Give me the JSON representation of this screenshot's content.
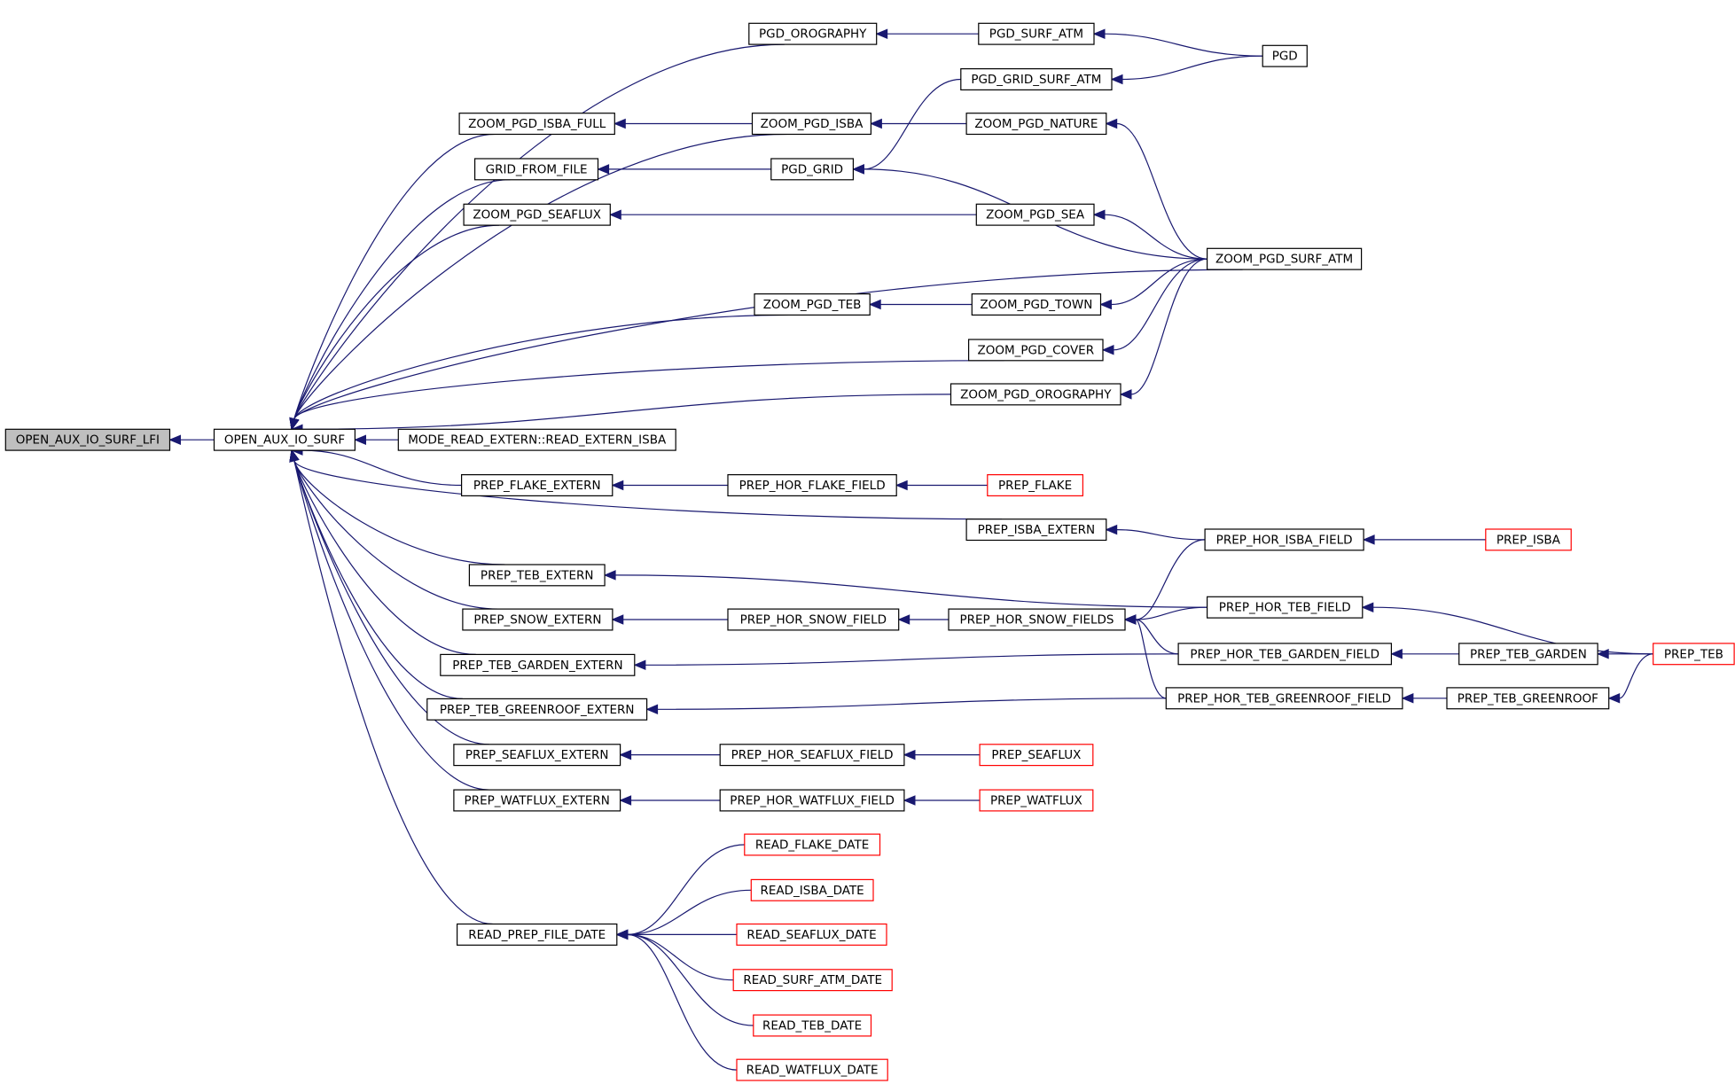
{
  "colors": {
    "edge": "#191970",
    "normal_border": "#000000",
    "truncated_border": "#ff0000",
    "root_fill": "#bfbfbf"
  },
  "nodes": [
    {
      "id": "open_aux_io_surf_lfi",
      "label": "OPEN_AUX_IO_SURF_LFI",
      "style": "root"
    },
    {
      "id": "open_aux_io_surf",
      "label": "OPEN_AUX_IO_SURF",
      "style": "normal"
    },
    {
      "id": "pgd_orography",
      "label": "PGD_OROGRAPHY",
      "style": "normal"
    },
    {
      "id": "pgd_surf_atm",
      "label": "PGD_SURF_ATM",
      "style": "normal"
    },
    {
      "id": "pgd",
      "label": "PGD",
      "style": "normal"
    },
    {
      "id": "pgd_grid_surf_atm",
      "label": "PGD_GRID_SURF_ATM",
      "style": "normal"
    },
    {
      "id": "zoom_pgd_isba_full",
      "label": "ZOOM_PGD_ISBA_FULL",
      "style": "normal"
    },
    {
      "id": "zoom_pgd_isba",
      "label": "ZOOM_PGD_ISBA",
      "style": "normal"
    },
    {
      "id": "zoom_pgd_nature",
      "label": "ZOOM_PGD_NATURE",
      "style": "normal"
    },
    {
      "id": "grid_from_file",
      "label": "GRID_FROM_FILE",
      "style": "normal"
    },
    {
      "id": "pgd_grid",
      "label": "PGD_GRID",
      "style": "normal"
    },
    {
      "id": "zoom_pgd_seaflux",
      "label": "ZOOM_PGD_SEAFLUX",
      "style": "normal"
    },
    {
      "id": "zoom_pgd_sea",
      "label": "ZOOM_PGD_SEA",
      "style": "normal"
    },
    {
      "id": "zoom_pgd_surf_atm",
      "label": "ZOOM_PGD_SURF_ATM",
      "style": "normal"
    },
    {
      "id": "zoom_pgd_teb",
      "label": "ZOOM_PGD_TEB",
      "style": "normal"
    },
    {
      "id": "zoom_pgd_town",
      "label": "ZOOM_PGD_TOWN",
      "style": "normal"
    },
    {
      "id": "zoom_pgd_cover",
      "label": "ZOOM_PGD_COVER",
      "style": "normal"
    },
    {
      "id": "zoom_pgd_orography",
      "label": "ZOOM_PGD_OROGRAPHY",
      "style": "normal"
    },
    {
      "id": "mode_read_extern",
      "label": "MODE_READ_EXTERN::READ_EXTERN_ISBA",
      "style": "normal"
    },
    {
      "id": "prep_flake_extern",
      "label": "PREP_FLAKE_EXTERN",
      "style": "normal"
    },
    {
      "id": "prep_hor_flake_field",
      "label": "PREP_HOR_FLAKE_FIELD",
      "style": "normal"
    },
    {
      "id": "prep_flake",
      "label": "PREP_FLAKE",
      "style": "red"
    },
    {
      "id": "prep_isba_extern",
      "label": "PREP_ISBA_EXTERN",
      "style": "normal"
    },
    {
      "id": "prep_hor_isba_field",
      "label": "PREP_HOR_ISBA_FIELD",
      "style": "normal"
    },
    {
      "id": "prep_isba",
      "label": "PREP_ISBA",
      "style": "red"
    },
    {
      "id": "prep_teb_extern",
      "label": "PREP_TEB_EXTERN",
      "style": "normal"
    },
    {
      "id": "prep_hor_teb_field",
      "label": "PREP_HOR_TEB_FIELD",
      "style": "normal"
    },
    {
      "id": "prep_teb",
      "label": "PREP_TEB",
      "style": "red"
    },
    {
      "id": "prep_snow_extern",
      "label": "PREP_SNOW_EXTERN",
      "style": "normal"
    },
    {
      "id": "prep_hor_snow_field",
      "label": "PREP_HOR_SNOW_FIELD",
      "style": "normal"
    },
    {
      "id": "prep_hor_snow_fields",
      "label": "PREP_HOR_SNOW_FIELDS",
      "style": "normal"
    },
    {
      "id": "prep_teb_garden_extern",
      "label": "PREP_TEB_GARDEN_EXTERN",
      "style": "normal"
    },
    {
      "id": "prep_hor_teb_garden_field",
      "label": "PREP_HOR_TEB_GARDEN_FIELD",
      "style": "normal"
    },
    {
      "id": "prep_teb_garden",
      "label": "PREP_TEB_GARDEN",
      "style": "normal"
    },
    {
      "id": "prep_teb_greenroof_extern",
      "label": "PREP_TEB_GREENROOF_EXTERN",
      "style": "normal"
    },
    {
      "id": "prep_hor_teb_greenroof_field",
      "label": "PREP_HOR_TEB_GREENROOF_FIELD",
      "style": "normal"
    },
    {
      "id": "prep_teb_greenroof",
      "label": "PREP_TEB_GREENROOF",
      "style": "normal"
    },
    {
      "id": "prep_seaflux_extern",
      "label": "PREP_SEAFLUX_EXTERN",
      "style": "normal"
    },
    {
      "id": "prep_hor_seaflux_field",
      "label": "PREP_HOR_SEAFLUX_FIELD",
      "style": "normal"
    },
    {
      "id": "prep_seaflux",
      "label": "PREP_SEAFLUX",
      "style": "red"
    },
    {
      "id": "prep_watflux_extern",
      "label": "PREP_WATFLUX_EXTERN",
      "style": "normal"
    },
    {
      "id": "prep_hor_watflux_field",
      "label": "PREP_HOR_WATFLUX_FIELD",
      "style": "normal"
    },
    {
      "id": "prep_watflux",
      "label": "PREP_WATFLUX",
      "style": "red"
    },
    {
      "id": "read_flake_date",
      "label": "READ_FLAKE_DATE",
      "style": "red"
    },
    {
      "id": "read_isba_date",
      "label": "READ_ISBA_DATE",
      "style": "red"
    },
    {
      "id": "read_prep_file_date",
      "label": "READ_PREP_FILE_DATE",
      "style": "normal"
    },
    {
      "id": "read_seaflux_date",
      "label": "READ_SEAFLUX_DATE",
      "style": "red"
    },
    {
      "id": "read_surf_atm_date",
      "label": "READ_SURF_ATM_DATE",
      "style": "red"
    },
    {
      "id": "read_teb_date",
      "label": "READ_TEB_DATE",
      "style": "red"
    },
    {
      "id": "read_watflux_date",
      "label": "READ_WATFLUX_DATE",
      "style": "red"
    }
  ],
  "edges": [
    {
      "from": "open_aux_io_surf",
      "to": "open_aux_io_surf_lfi"
    },
    {
      "from": "pgd_orography",
      "to": "open_aux_io_surf"
    },
    {
      "from": "zoom_pgd_isba",
      "to": "open_aux_io_surf"
    },
    {
      "from": "zoom_pgd_isba_full",
      "to": "open_aux_io_surf"
    },
    {
      "from": "grid_from_file",
      "to": "open_aux_io_surf"
    },
    {
      "from": "zoom_pgd_seaflux",
      "to": "open_aux_io_surf"
    },
    {
      "from": "zoom_pgd_surf_atm",
      "to": "open_aux_io_surf"
    },
    {
      "from": "zoom_pgd_teb",
      "to": "open_aux_io_surf"
    },
    {
      "from": "zoom_pgd_cover",
      "to": "open_aux_io_surf"
    },
    {
      "from": "zoom_pgd_orography",
      "to": "open_aux_io_surf"
    },
    {
      "from": "mode_read_extern",
      "to": "open_aux_io_surf"
    },
    {
      "from": "prep_flake_extern",
      "to": "open_aux_io_surf"
    },
    {
      "from": "prep_isba_extern",
      "to": "open_aux_io_surf"
    },
    {
      "from": "prep_teb_extern",
      "to": "open_aux_io_surf"
    },
    {
      "from": "prep_snow_extern",
      "to": "open_aux_io_surf"
    },
    {
      "from": "prep_teb_garden_extern",
      "to": "open_aux_io_surf"
    },
    {
      "from": "prep_teb_greenroof_extern",
      "to": "open_aux_io_surf"
    },
    {
      "from": "prep_seaflux_extern",
      "to": "open_aux_io_surf"
    },
    {
      "from": "prep_watflux_extern",
      "to": "open_aux_io_surf"
    },
    {
      "from": "read_prep_file_date",
      "to": "open_aux_io_surf"
    },
    {
      "from": "pgd_surf_atm",
      "to": "pgd_orography"
    },
    {
      "from": "pgd",
      "to": "pgd_surf_atm"
    },
    {
      "from": "pgd",
      "to": "pgd_grid_surf_atm"
    },
    {
      "from": "zoom_pgd_isba",
      "to": "zoom_pgd_isba_full"
    },
    {
      "from": "zoom_pgd_nature",
      "to": "zoom_pgd_isba"
    },
    {
      "from": "zoom_pgd_surf_atm",
      "to": "zoom_pgd_nature"
    },
    {
      "from": "pgd_grid",
      "to": "grid_from_file"
    },
    {
      "from": "pgd_grid_surf_atm",
      "to": "pgd_grid"
    },
    {
      "from": "zoom_pgd_surf_atm",
      "to": "pgd_grid"
    },
    {
      "from": "zoom_pgd_sea",
      "to": "zoom_pgd_seaflux"
    },
    {
      "from": "zoom_pgd_surf_atm",
      "to": "zoom_pgd_sea"
    },
    {
      "from": "zoom_pgd_town",
      "to": "zoom_pgd_teb"
    },
    {
      "from": "zoom_pgd_surf_atm",
      "to": "zoom_pgd_town"
    },
    {
      "from": "zoom_pgd_surf_atm",
      "to": "zoom_pgd_cover"
    },
    {
      "from": "zoom_pgd_surf_atm",
      "to": "zoom_pgd_orography"
    },
    {
      "from": "prep_hor_flake_field",
      "to": "prep_flake_extern"
    },
    {
      "from": "prep_flake",
      "to": "prep_hor_flake_field"
    },
    {
      "from": "prep_hor_isba_field",
      "to": "prep_isba_extern"
    },
    {
      "from": "prep_isba",
      "to": "prep_hor_isba_field"
    },
    {
      "from": "prep_hor_teb_field",
      "to": "prep_teb_extern"
    },
    {
      "from": "prep_teb",
      "to": "prep_hor_teb_field"
    },
    {
      "from": "prep_hor_snow_field",
      "to": "prep_snow_extern"
    },
    {
      "from": "prep_hor_snow_fields",
      "to": "prep_hor_snow_field"
    },
    {
      "from": "prep_hor_isba_field",
      "to": "prep_hor_snow_fields"
    },
    {
      "from": "prep_hor_teb_field",
      "to": "prep_hor_snow_fields"
    },
    {
      "from": "prep_hor_teb_garden_field",
      "to": "prep_hor_snow_fields"
    },
    {
      "from": "prep_hor_teb_greenroof_field",
      "to": "prep_hor_snow_fields"
    },
    {
      "from": "prep_hor_teb_garden_field",
      "to": "prep_teb_garden_extern"
    },
    {
      "from": "prep_teb_garden",
      "to": "prep_hor_teb_garden_field"
    },
    {
      "from": "prep_teb",
      "to": "prep_teb_garden"
    },
    {
      "from": "prep_hor_teb_greenroof_field",
      "to": "prep_teb_greenroof_extern"
    },
    {
      "from": "prep_teb_greenroof",
      "to": "prep_hor_teb_greenroof_field"
    },
    {
      "from": "prep_teb",
      "to": "prep_teb_greenroof"
    },
    {
      "from": "prep_hor_seaflux_field",
      "to": "prep_seaflux_extern"
    },
    {
      "from": "prep_seaflux",
      "to": "prep_hor_seaflux_field"
    },
    {
      "from": "prep_hor_watflux_field",
      "to": "prep_watflux_extern"
    },
    {
      "from": "prep_watflux",
      "to": "prep_hor_watflux_field"
    },
    {
      "from": "read_flake_date",
      "to": "read_prep_file_date"
    },
    {
      "from": "read_isba_date",
      "to": "read_prep_file_date"
    },
    {
      "from": "read_seaflux_date",
      "to": "read_prep_file_date"
    },
    {
      "from": "read_surf_atm_date",
      "to": "read_prep_file_date"
    },
    {
      "from": "read_teb_date",
      "to": "read_prep_file_date"
    },
    {
      "from": "read_watflux_date",
      "to": "read_prep_file_date"
    }
  ]
}
